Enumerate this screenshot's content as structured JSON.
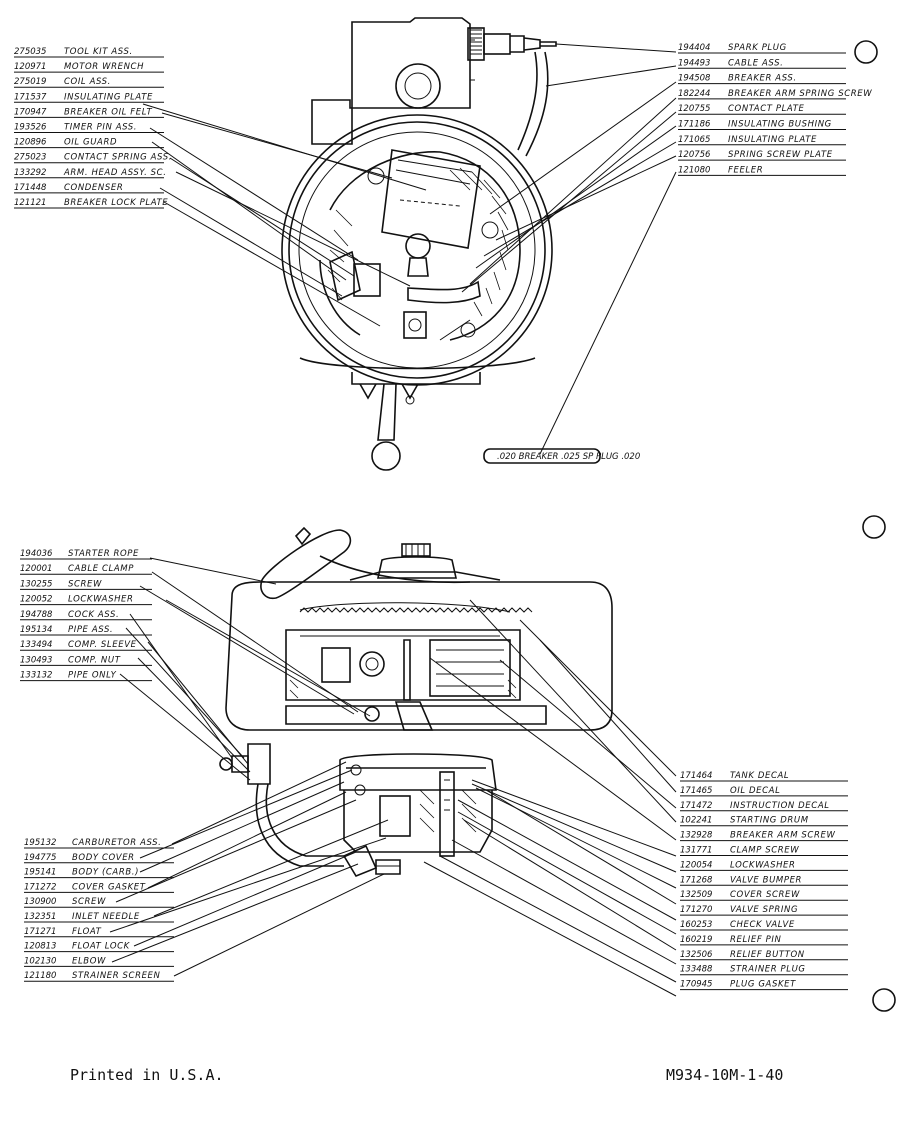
{
  "top_left_parts": [
    {
      "num": "275035",
      "name": "TOOL KIT ASS."
    },
    {
      "num": "120971",
      "name": "MOTOR WRENCH"
    },
    {
      "num": "275019",
      "name": "COIL ASS."
    },
    {
      "num": "171537",
      "name": "INSULATING PLATE"
    },
    {
      "num": "170947",
      "name": "BREAKER OIL FELT"
    },
    {
      "num": "193526",
      "name": "TIMER PIN ASS."
    },
    {
      "num": "120896",
      "name": "OIL GUARD"
    },
    {
      "num": "275023",
      "name": "CONTACT SPRING ASS."
    },
    {
      "num": "133292",
      "name": "ARM. HEAD ASSY. SC."
    },
    {
      "num": "171448",
      "name": "CONDENSER"
    },
    {
      "num": "121121",
      "name": "BREAKER LOCK PLATE"
    }
  ],
  "top_right_parts": [
    {
      "num": "194404",
      "name": "SPARK PLUG"
    },
    {
      "num": "194493",
      "name": "CABLE ASS."
    },
    {
      "num": "194508",
      "name": "BREAKER ASS."
    },
    {
      "num": "182244",
      "name": "BREAKER ARM SPRING SCREW"
    },
    {
      "num": "120755",
      "name": "CONTACT PLATE"
    },
    {
      "num": "171186",
      "name": "INSULATING BUSHING"
    },
    {
      "num": "171065",
      "name": "INSULATING PLATE"
    },
    {
      "num": "120756",
      "name": "SPRING SCREW PLATE"
    },
    {
      "num": "121080",
      "name": "FEELER"
    }
  ],
  "feeler_gauge_text": ".020 BREAKER .025 SP PLUG .020",
  "tank_left_parts": [
    {
      "num": "194036",
      "name": "STARTER ROPE"
    },
    {
      "num": "120001",
      "name": "CABLE CLAMP"
    },
    {
      "num": "130255",
      "name": "SCREW"
    },
    {
      "num": "120052",
      "name": "LOCKWASHER"
    },
    {
      "num": "194788",
      "name": "COCK ASS."
    },
    {
      "num": "195134",
      "name": "PIPE ASS."
    },
    {
      "num": "133494",
      "name": "COMP. SLEEVE"
    },
    {
      "num": "130493",
      "name": "COMP. NUT"
    },
    {
      "num": "133132",
      "name": "PIPE ONLY"
    }
  ],
  "carb_left_parts": [
    {
      "num": "195132",
      "name": "CARBURETOR ASS."
    },
    {
      "num": "194775",
      "name": "BODY COVER"
    },
    {
      "num": "195141",
      "name": "BODY (CARB.)"
    },
    {
      "num": "171272",
      "name": "COVER GASKET"
    },
    {
      "num": "130900",
      "name": "SCREW"
    },
    {
      "num": "132351",
      "name": "INLET NEEDLE"
    },
    {
      "num": "171271",
      "name": "FLOAT"
    },
    {
      "num": "120813",
      "name": "FLOAT LOCK"
    },
    {
      "num": "102130",
      "name": "ELBOW"
    },
    {
      "num": "121180",
      "name": "STRAINER SCREEN"
    }
  ],
  "bottom_right_parts": [
    {
      "num": "171464",
      "name": "TANK DECAL"
    },
    {
      "num": "171465",
      "name": "OIL DECAL"
    },
    {
      "num": "171472",
      "name": "INSTRUCTION DECAL"
    },
    {
      "num": "102241",
      "name": "STARTING DRUM"
    },
    {
      "num": "132928",
      "name": "BREAKER ARM SCREW"
    },
    {
      "num": "131771",
      "name": "CLAMP SCREW"
    },
    {
      "num": "120054",
      "name": "LOCKWASHER"
    },
    {
      "num": "171268",
      "name": "VALVE BUMPER"
    },
    {
      "num": "132509",
      "name": "COVER SCREW"
    },
    {
      "num": "171270",
      "name": "VALVE SPRING"
    },
    {
      "num": "160253",
      "name": "CHECK VALVE"
    },
    {
      "num": "160219",
      "name": "RELIEF PIN"
    },
    {
      "num": "132506",
      "name": "RELIEF BUTTON"
    },
    {
      "num": "133488",
      "name": "STRAINER PLUG"
    },
    {
      "num": "170945",
      "name": "PLUG GASKET"
    }
  ],
  "footer": {
    "left": "Printed in U.S.A.",
    "right": "M934-10M-1-40"
  }
}
